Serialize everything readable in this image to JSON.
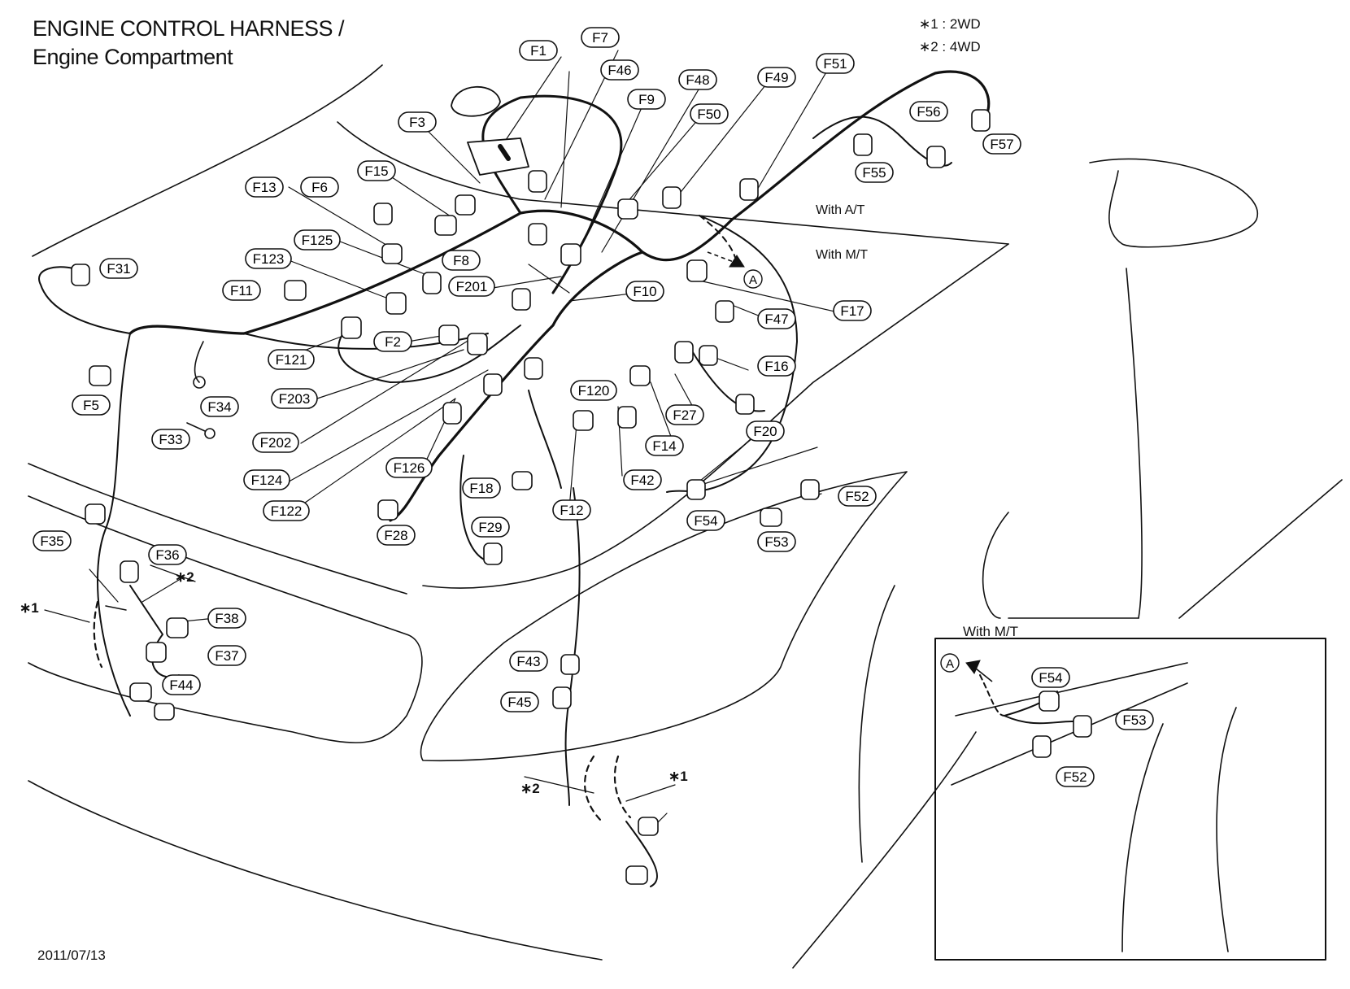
{
  "header": {
    "title_line1": "ENGINE CONTROL HARNESS /",
    "title_line2": "Engine Compartment"
  },
  "legend": {
    "item1": "∗1 : 2WD",
    "item2": "∗2 : 4WD"
  },
  "footer": {
    "date": "2011/07/13"
  },
  "notes": {
    "with_at": "With A/T",
    "with_mt": "With M/T",
    "ref_a": "A"
  },
  "inset": {
    "title": "With M/T"
  },
  "connectors": [
    "F1",
    "F7",
    "F46",
    "F9",
    "F48",
    "F49",
    "F51",
    "F50",
    "F56",
    "F57",
    "F55",
    "F3",
    "F15",
    "F13",
    "F6",
    "F125",
    "F123",
    "F8",
    "F201",
    "F11",
    "F31",
    "F10",
    "F17",
    "F47",
    "F121",
    "F2",
    "F203",
    "F16",
    "F120",
    "F27",
    "F20",
    "F5",
    "F34",
    "F33",
    "F202",
    "F14",
    "F124",
    "F126",
    "F42",
    "F18",
    "F12",
    "F122",
    "F28",
    "F29",
    "F52",
    "F54",
    "F53",
    "F35",
    "F36",
    "F38",
    "F37",
    "F44",
    "F43",
    "F45"
  ],
  "inset_connectors": [
    "F54",
    "F53",
    "F52"
  ],
  "stars": [
    "∗1",
    "∗2"
  ]
}
